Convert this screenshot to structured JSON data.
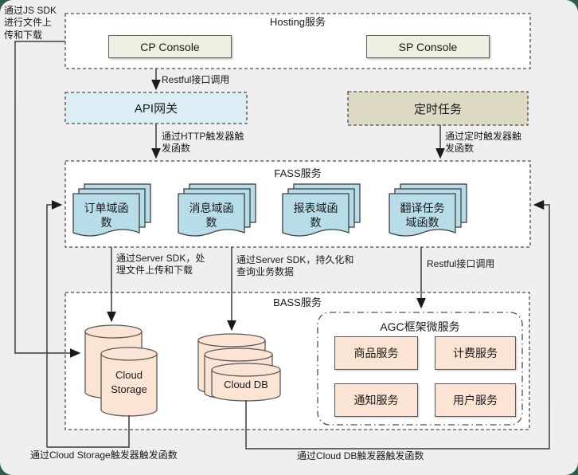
{
  "diagram_title": "AGC Serverless architecture diagram",
  "colors": {
    "outer_background": "#2e5c4a",
    "panel_background": "#efefef",
    "container_fill": "#ffffff",
    "dashed_border": "#4d4d4d",
    "api_gateway_fill": "#daeef3",
    "timer_fill": "#ddd9c3",
    "console_fill": "#ebf1de",
    "document_fill": "#b7dde8",
    "cylinder_fill": "#fce4d4",
    "connector": "#3d3d3d"
  },
  "outside_label": "通过JS SDK\n进行文件上\n传和下载",
  "hosting": {
    "title": "Hosting服务",
    "cp_console": "CP Console",
    "sp_console": "SP Console"
  },
  "api_gateway": {
    "label": "API网关"
  },
  "timer_task": {
    "label": "定时任务"
  },
  "fass": {
    "title": "FASS服务",
    "functions": [
      "订单域函\n数",
      "消息域函\n数",
      "报表域函\n数",
      "翻译任务\n域函数"
    ]
  },
  "bass": {
    "title": "BASS服务",
    "cloud_storage": "Cloud\nStorage",
    "cloud_db": "Cloud DB",
    "agc": {
      "title": "AGC框架微服务",
      "services": [
        "商品服务",
        "计费服务",
        "通知服务",
        "用户服务"
      ]
    }
  },
  "edge_labels": {
    "restful_top": "Restful接口调用",
    "http_trigger": "通过HTTP触发器触\n发函数",
    "timer_trigger": "通过定时触发器触\n发函数",
    "sdk_file": "通过Server SDK，处\n理文件上传和下载",
    "sdk_persist": "通过Server SDK，持久化和\n查询业务数据",
    "restful_mid": "Restful接口调用",
    "storage_trigger": "通过Cloud Storage触发器触发函数",
    "db_trigger": "通过Cloud DB触发器触发函数"
  }
}
